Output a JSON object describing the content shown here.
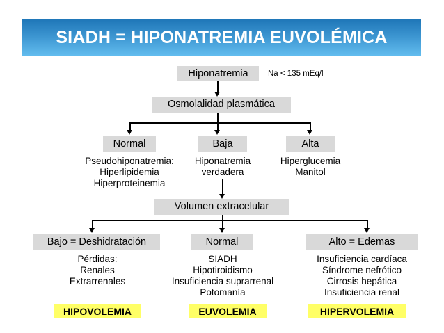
{
  "title": {
    "text": "SIADH = HIPONATREMIA EUVOLÉMICA",
    "background_from": "#1f77b8",
    "background_to": "#62bcee",
    "text_color": "#ffffff"
  },
  "colors": {
    "node_fill": "#d9d9d9",
    "highlight_fill": "#ffff66",
    "text": "#000000",
    "connector": "#000000"
  },
  "flow": {
    "root": {
      "label": "Hiponatremia",
      "annotation": "Na < 135 mEq/l"
    },
    "level2": {
      "label": "Osmolalidad plasmática"
    },
    "osmolality_branches": [
      {
        "label": "Normal",
        "details": [
          "Pseudohiponatremia:",
          "Hiperlipidemia",
          "Hiperproteinemia"
        ]
      },
      {
        "label": "Baja",
        "details": [
          "Hiponatremia",
          "verdadera"
        ]
      },
      {
        "label": "Alta",
        "details": [
          "Hiperglucemia",
          "Manitol"
        ]
      }
    ],
    "level3": {
      "label": "Volumen extracelular"
    },
    "volume_branches": [
      {
        "label": "Bajo = Deshidratación",
        "details": [
          "Pérdidas:",
          "Renales",
          "Extrarrenales"
        ],
        "verdict": "HIPOVOLEMIA"
      },
      {
        "label": "Normal",
        "details": [
          "SIADH",
          "Hipotiroidismo",
          "Insuficiencia suprarrenal",
          "Potomanía"
        ],
        "verdict": "EUVOLEMIA"
      },
      {
        "label": "Alto = Edemas",
        "details": [
          "Insuficiencia cardíaca",
          "Síndrome nefrótico",
          "Cirrosis hepática",
          "Insuficiencia renal"
        ],
        "verdict": "HIPERVOLEMIA"
      }
    ]
  }
}
